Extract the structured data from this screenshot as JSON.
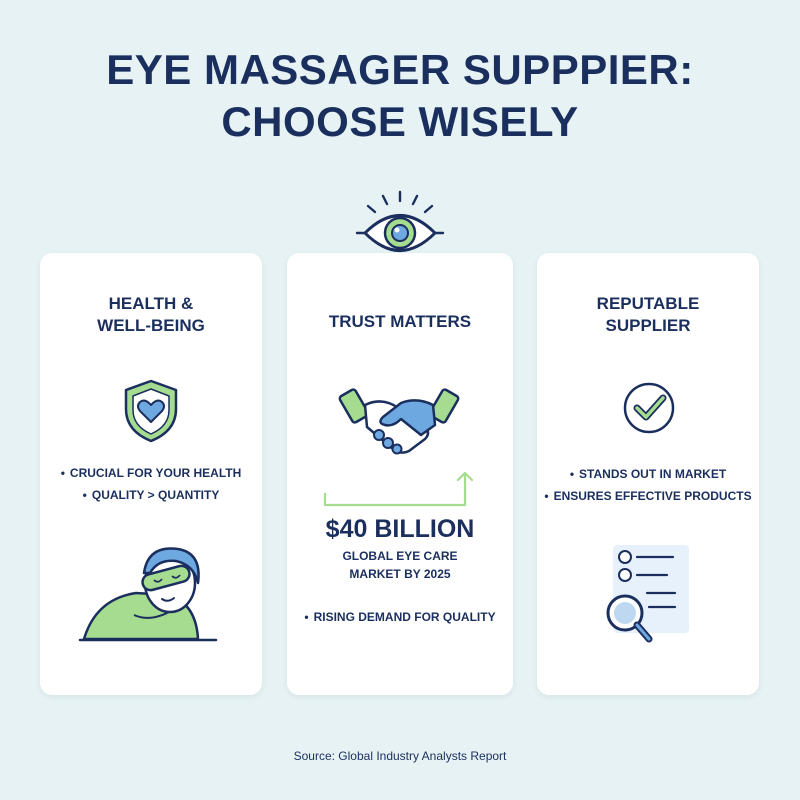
{
  "title": {
    "line1": "EYE MASSAGER SUPPPIER:",
    "line2": "CHOOSE WISELY"
  },
  "colors": {
    "navy": "#1b2f5e",
    "green": "#a6dc90",
    "blue": "#6ea8e0",
    "background": "#e6f2f3"
  },
  "top_icon": "eye-icon",
  "cards": {
    "health": {
      "title_line1": "HEALTH &",
      "title_line2": "WELL-BEING",
      "icon": "shield-heart-icon",
      "bullets": [
        "CRUCIAL FOR YOUR HEALTH",
        "QUALITY > QUANTITY"
      ],
      "illustration": "person-with-eye-mask-icon"
    },
    "trust": {
      "title": "TRUST MATTERS",
      "icon": "handshake-icon",
      "chart_icon": "growth-arrow-icon",
      "stat_value": "$40 BILLION",
      "stat_label_line1": "GLOBAL EYE CARE",
      "stat_label_line2": "MARKET BY 2025",
      "bullets": [
        "RISING DEMAND FOR QUALITY"
      ]
    },
    "supplier": {
      "title_line1": "REPUTABLE",
      "title_line2": "SUPPLIER",
      "icon": "checkmark-circle-icon",
      "bullets": [
        "STANDS OUT IN MARKET",
        "ENSURES EFFECTIVE PRODUCTS"
      ],
      "illustration": "checklist-magnifier-icon"
    }
  },
  "source": "Source: Global Industry Analysts Report"
}
